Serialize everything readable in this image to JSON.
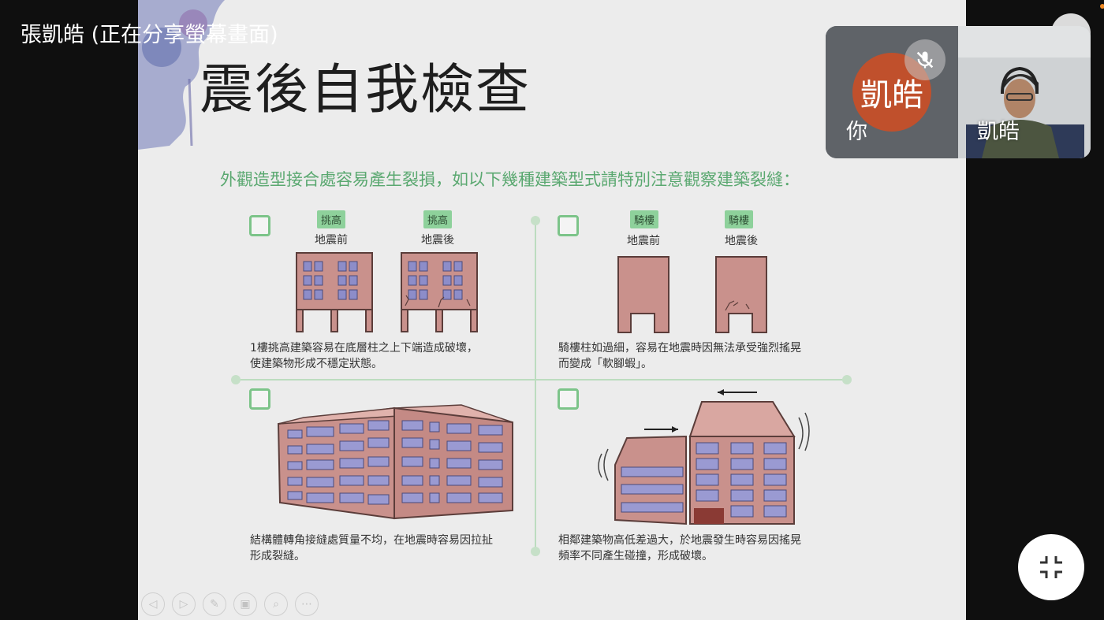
{
  "presenter": {
    "label": "張凱皓 (正在分享螢幕畫面)"
  },
  "slide": {
    "title": "震後自我檢查",
    "subtitle": "外觀造型接合處容易產生裂損，如以下幾種建築型式請特別注意觀察建築裂縫：",
    "panels": [
      {
        "tags": [
          "挑高",
          "挑高"
        ],
        "captions": [
          "地震前",
          "地震後"
        ],
        "desc": [
          "1樓挑高建築容易在底層柱之上下端造成破壞，",
          "使建築物形成不穩定狀態。"
        ]
      },
      {
        "tags": [
          "騎樓",
          "騎樓"
        ],
        "captions": [
          "地震前",
          "地震後"
        ],
        "desc": [
          "騎樓柱如過細，容易在地震時因無法承受強烈搖晃",
          "而變成「軟腳蝦」。"
        ]
      },
      {
        "desc": [
          "結構體轉角接縫處質量不均，在地震時容易因拉扯",
          "形成裂縫。"
        ]
      },
      {
        "desc": [
          "相鄰建築物高低差過大，於地震發生時容易因搖晃",
          "頻率不同產生碰撞，形成破壞。"
        ]
      }
    ]
  },
  "toolbar": {
    "icons": [
      "previous-icon",
      "next-icon",
      "pen-icon",
      "slides-icon",
      "zoom-icon",
      "more-icon"
    ],
    "glyphs": [
      "◁",
      "▷",
      "✎",
      "▣",
      "⌕",
      "⋯"
    ]
  },
  "participants": {
    "self": {
      "avatar_text": "凱皓",
      "name": "你",
      "avatar_color": "#c0502c",
      "mic": "mic-off-icon"
    },
    "remote": {
      "name": "凱皓"
    }
  },
  "controls": {
    "exit_fullscreen": "exit-fullscreen-icon"
  },
  "colors": {
    "accent_green": "#5aa870",
    "tag_green": "#8ed19b",
    "building": "#c9918c",
    "window": "#8d8dc9"
  }
}
